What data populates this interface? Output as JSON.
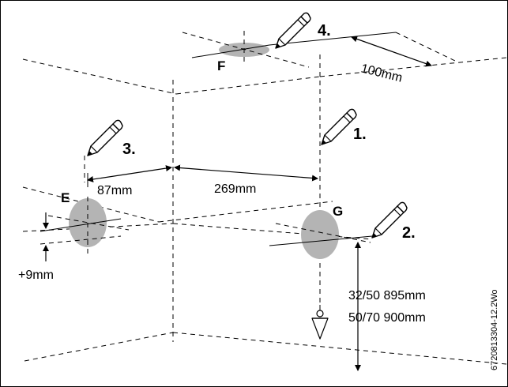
{
  "markers": {
    "E": "E",
    "F": "F",
    "G": "G"
  },
  "steps": {
    "s1": "1.",
    "s2": "2.",
    "s3": "3.",
    "s4": "4."
  },
  "dimensions": {
    "d100": "100mm",
    "d87": "87mm",
    "d269": "269mm",
    "d9": "+9mm",
    "h1": "32/50 895mm",
    "h2": "50/70 900mm"
  },
  "document_code": "6720813304-12.2Wo",
  "colors": {
    "hole_fill": "#b4b4b4",
    "line": "#000000"
  },
  "icons": [
    "pencil-icon",
    "plumb-bob-icon"
  ]
}
